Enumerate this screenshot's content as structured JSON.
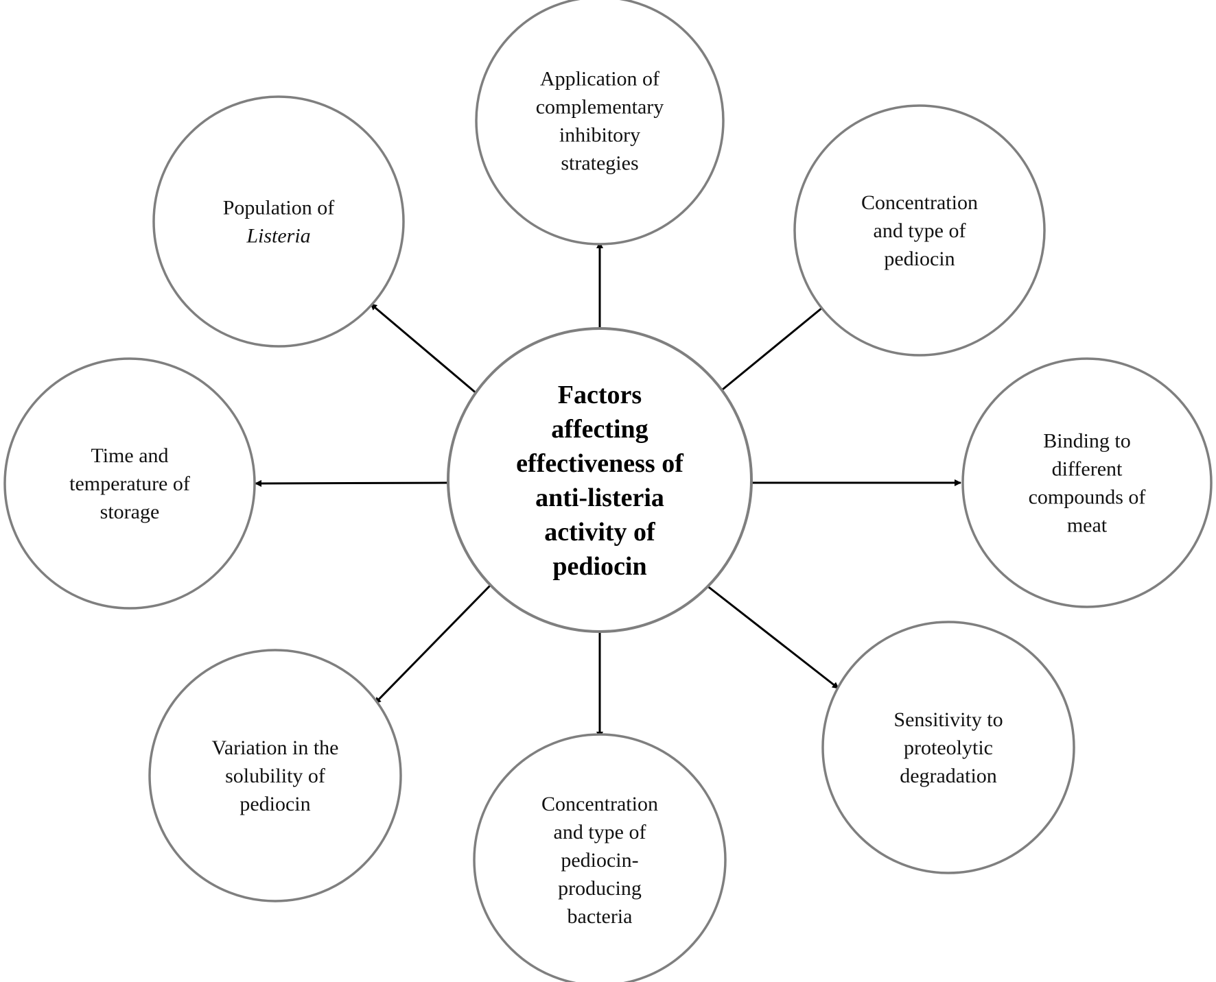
{
  "center": {
    "lines": [
      "Factors",
      "affecting",
      "effectiveness of",
      "anti-listeria",
      "activity of",
      "pediocin"
    ]
  },
  "nodes": [
    {
      "id": "application-of-complementary-inhibitory-strategies",
      "lines": [
        [
          {
            "text": "Application of"
          }
        ],
        [
          {
            "text": "complementary"
          }
        ],
        [
          {
            "text": "inhibitory"
          }
        ],
        [
          {
            "text": "strategies"
          }
        ]
      ]
    },
    {
      "id": "concentration-and-type-of-pediocin",
      "lines": [
        [
          {
            "text": "Concentration"
          }
        ],
        [
          {
            "text": "and type of"
          }
        ],
        [
          {
            "text": "pediocin"
          }
        ]
      ]
    },
    {
      "id": "binding-to-different-compounds-of-meat",
      "lines": [
        [
          {
            "text": "Binding to"
          }
        ],
        [
          {
            "text": "different"
          }
        ],
        [
          {
            "text": "compounds of"
          }
        ],
        [
          {
            "text": "meat"
          }
        ]
      ]
    },
    {
      "id": "sensitivity-to-proteolytic-degradation",
      "lines": [
        [
          {
            "text": "Sensitivity to"
          }
        ],
        [
          {
            "text": "proteolytic"
          }
        ],
        [
          {
            "text": "degradation"
          }
        ]
      ]
    },
    {
      "id": "concentration-and-type-of-pediocin-producing-bacteria",
      "lines": [
        [
          {
            "text": "Concentration"
          }
        ],
        [
          {
            "text": "and type of"
          }
        ],
        [
          {
            "text": "pediocin-"
          }
        ],
        [
          {
            "text": "producing"
          }
        ],
        [
          {
            "text": "bacteria"
          }
        ]
      ]
    },
    {
      "id": "variation-in-the-solubility-of-pediocin",
      "lines": [
        [
          {
            "text": "Variation in the"
          }
        ],
        [
          {
            "text": "solubility of"
          }
        ],
        [
          {
            "text": "pediocin"
          }
        ]
      ]
    },
    {
      "id": "time-and-temperature-of-storage",
      "lines": [
        [
          {
            "text": "Time and"
          }
        ],
        [
          {
            "text": "temperature of"
          }
        ],
        [
          {
            "text": "storage"
          }
        ]
      ]
    },
    {
      "id": "population-of-listeria",
      "lines": [
        [
          {
            "text": "Population of"
          }
        ],
        [
          {
            "text": "Listeria",
            "italic": true
          }
        ]
      ]
    }
  ],
  "colors": {
    "circle_stroke": "#7f7f7f",
    "arrow": "#000000",
    "text": "#111111"
  }
}
